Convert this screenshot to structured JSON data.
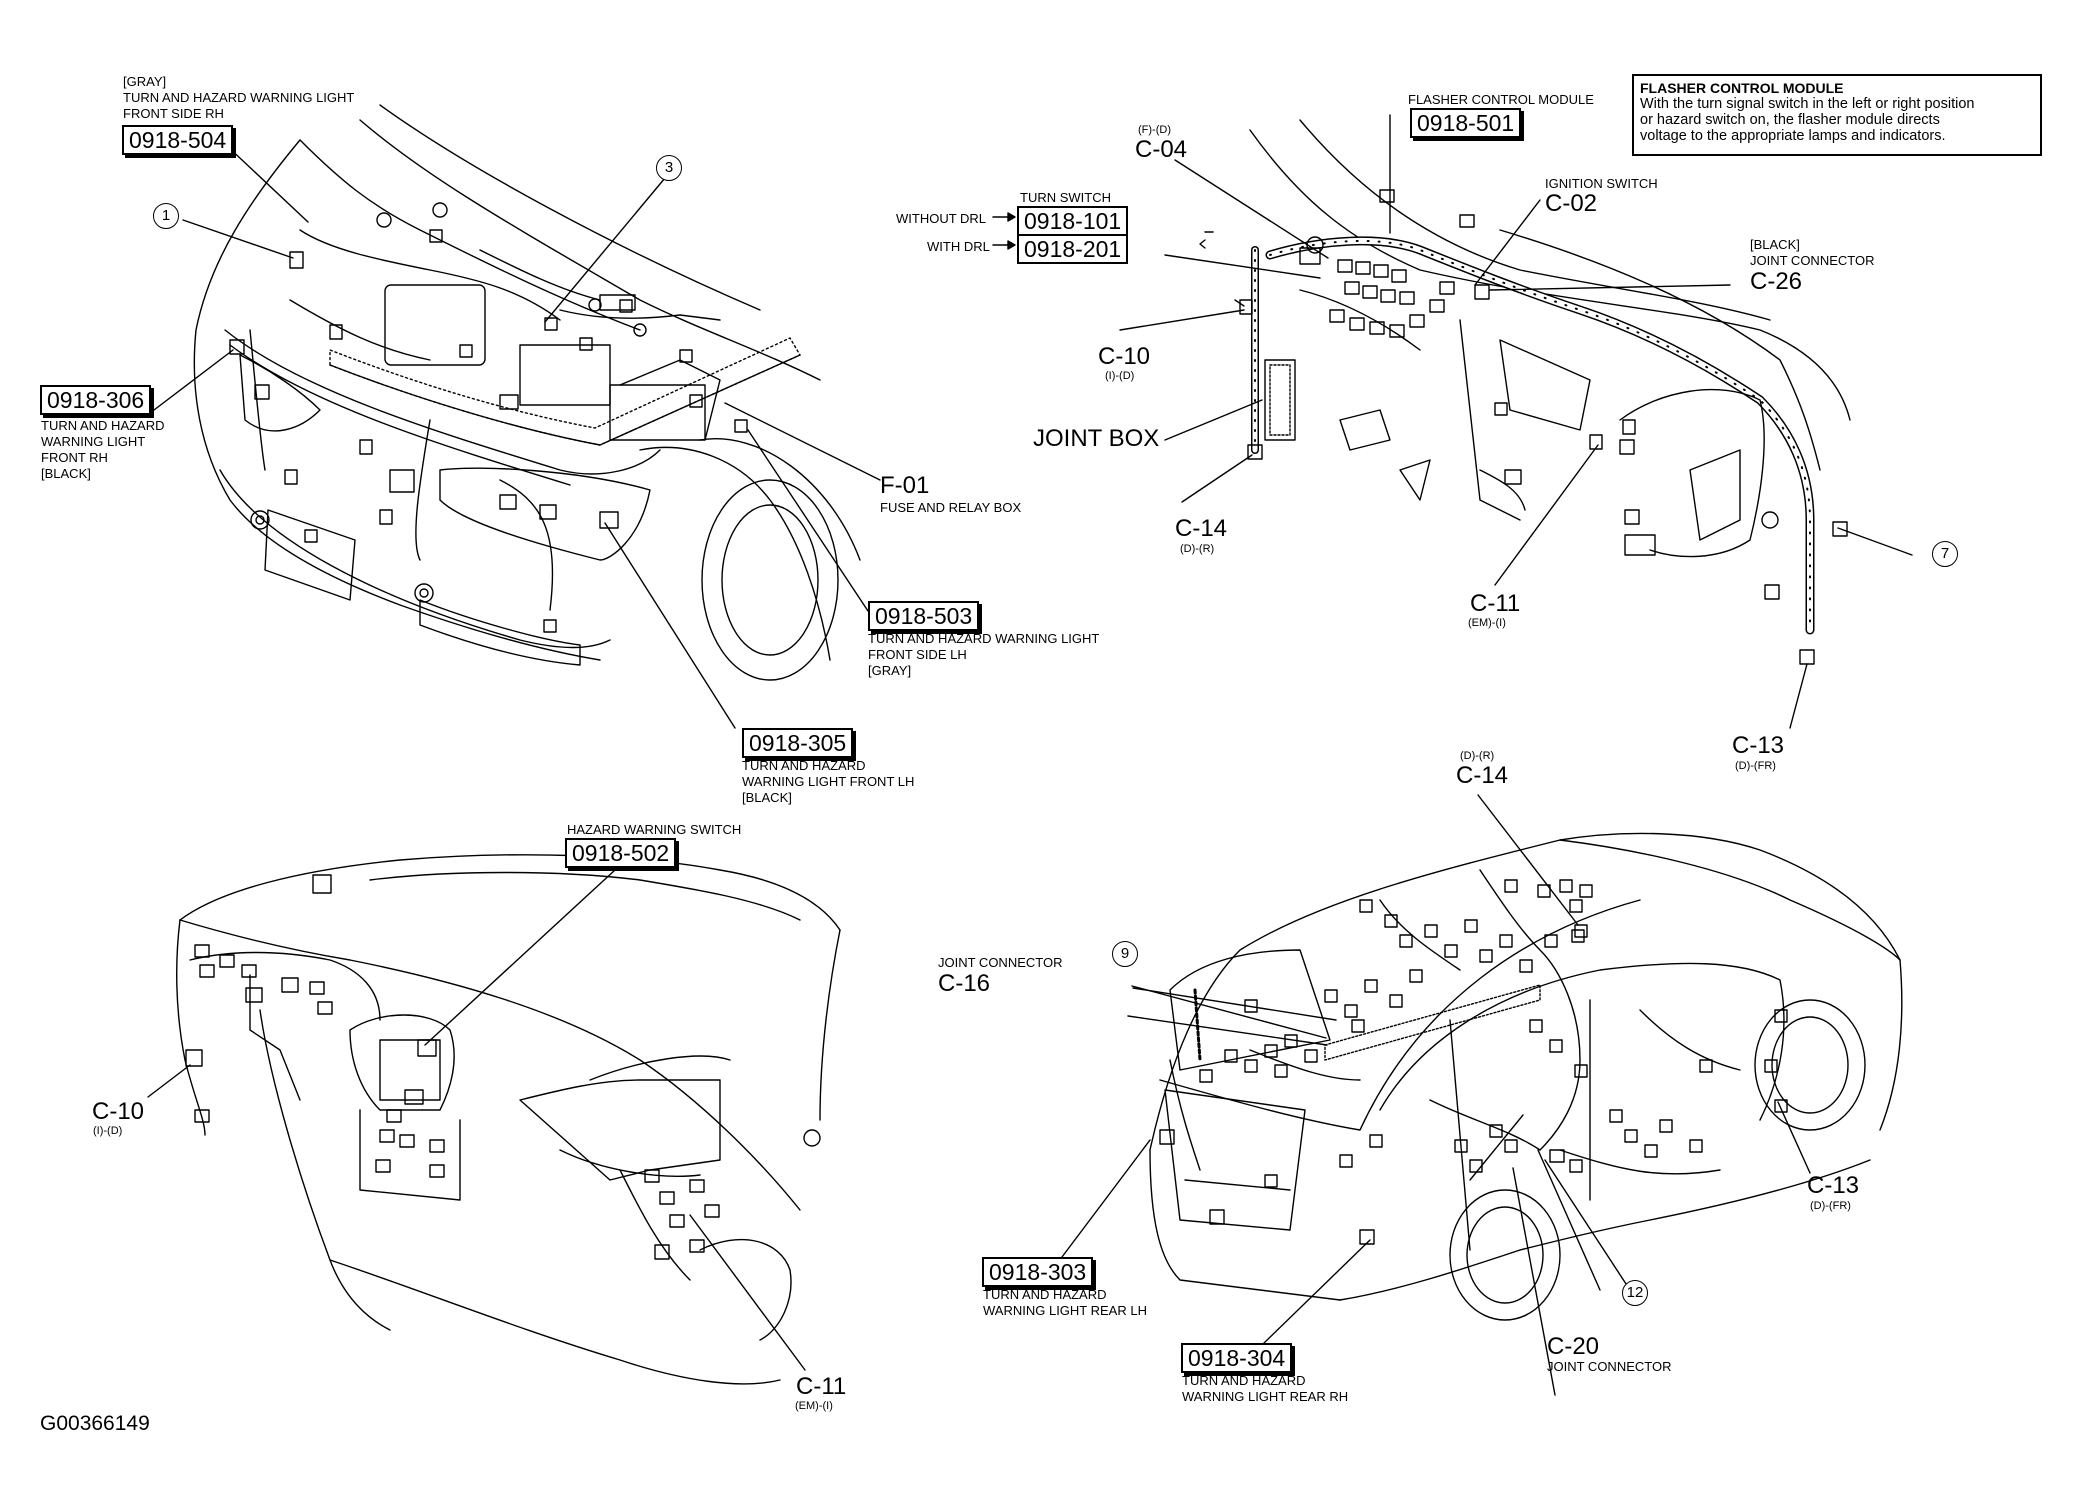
{
  "info_box": {
    "title": "FLASHER CONTROL MODULE",
    "lines": [
      "With the turn signal switch in the left or right position",
      "or hazard switch on, the flasher module directs",
      "voltage to the appropriate lamps and indicators."
    ]
  },
  "figure_id": "G00366149",
  "callouts": {
    "c1": "1",
    "c3": "3",
    "c7": "7",
    "c9": "9",
    "c12": "12"
  },
  "front": {
    "rh_side": {
      "line1": "[GRAY]",
      "line2": "TURN AND HAZARD WARNING LIGHT",
      "line3": "FRONT SIDE RH",
      "code": "0918-504"
    },
    "rh_front": {
      "code": "0918-306",
      "line1": "TURN AND HAZARD",
      "line2": "WARNING LIGHT",
      "line3": "FRONT RH",
      "line4": "[BLACK]"
    },
    "fuse_box": {
      "code": "F-01",
      "desc": "FUSE AND RELAY BOX"
    },
    "lh_side": {
      "code": "0918-503",
      "line1": "TURN AND HAZARD WARNING LIGHT",
      "line2": "FRONT SIDE LH",
      "line3": "[GRAY]"
    },
    "lh_front": {
      "code": "0918-305",
      "line1": "TURN AND HAZARD",
      "line2": "WARNING LIGHT FRONT LH",
      "line3": "[BLACK]"
    }
  },
  "dash": {
    "flasher": {
      "title": "FLASHER CONTROL MODULE",
      "code": "0918-501"
    },
    "c04": {
      "sub": "(F)-(D)",
      "code": "C-04"
    },
    "turn_switch": {
      "title": "TURN SWITCH",
      "without": "WITHOUT DRL",
      "with": "WITH DRL",
      "code1": "0918-101",
      "code2": "0918-201"
    },
    "ignition": {
      "title": "IGNITION SWITCH",
      "code": "C-02"
    },
    "c26": {
      "line1": "[BLACK]",
      "line2": "JOINT CONNECTOR",
      "code": "C-26"
    },
    "c10": {
      "code": "C-10",
      "sub": "(I)-(D)"
    },
    "joint_box": "JOINT BOX",
    "c14": {
      "code": "C-14",
      "sub": "(D)-(R)"
    },
    "c11": {
      "code": "C-11",
      "sub": "(EM)-(I)"
    },
    "c13": {
      "code": "C-13",
      "sub": "(D)-(FR)"
    }
  },
  "panel": {
    "hazard_switch": {
      "title": "HAZARD WARNING SWITCH",
      "code": "0918-502"
    },
    "c10": {
      "code": "C-10",
      "sub": "(I)-(D)"
    },
    "c11": {
      "code": "C-11",
      "sub": "(EM)-(I)"
    }
  },
  "rear": {
    "c14": {
      "sub": "(D)-(R)",
      "code": "C-14"
    },
    "c16": {
      "title": "JOINT CONNECTOR",
      "code": "C-16"
    },
    "c13": {
      "code": "C-13",
      "sub": "(D)-(FR)"
    },
    "rear_lh": {
      "code": "0918-303",
      "line1": "TURN AND HAZARD",
      "line2": "WARNING LIGHT REAR LH"
    },
    "rear_rh": {
      "code": "0918-304",
      "line1": "TURN AND HAZARD",
      "line2": "WARNING LIGHT REAR RH"
    },
    "c20": {
      "code": "C-20",
      "desc": "JOINT CONNECTOR"
    }
  }
}
